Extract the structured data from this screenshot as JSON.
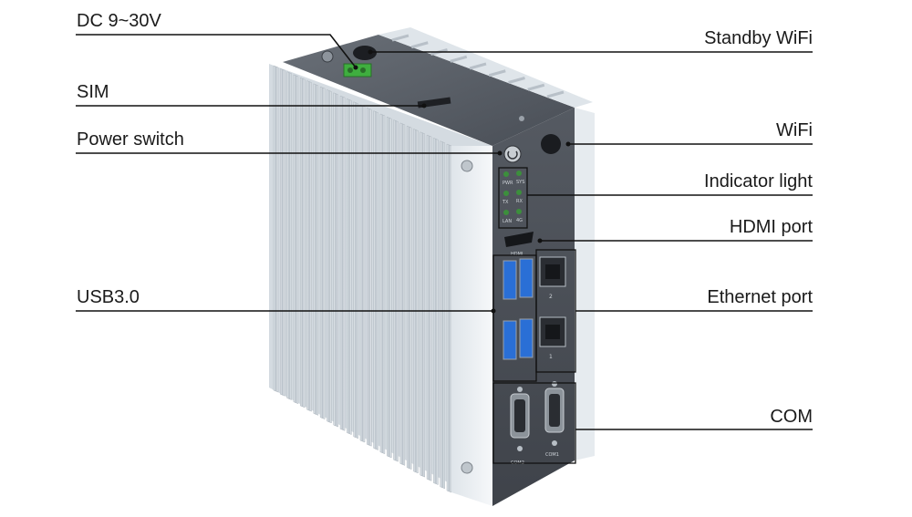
{
  "labels": {
    "dc": "DC 9~30V",
    "sim": "SIM",
    "power_switch": "Power switch",
    "usb": "USB3.0",
    "standby_wifi": "Standby WiFi",
    "wifi": "WiFi",
    "indicator_light": "Indicator light",
    "hdmi_port": "HDMI port",
    "ethernet_port": "Ethernet port",
    "com": "COM"
  },
  "device_marks": {
    "led_tags": [
      "PWR",
      "SYS",
      "TX",
      "RX",
      "LAN",
      "4G"
    ],
    "hdmi_tag": "HDMI",
    "lan_tags": [
      "2",
      "1"
    ],
    "com_tags": [
      "COM2",
      "COM1"
    ]
  },
  "colors": {
    "heatsink": "#c9d1d8",
    "panel": "#4d525a",
    "leader": "#111111",
    "terminal_green": "#3fae3f",
    "usb_blue": "#2a6fd6",
    "led_green": "#3c8f3c"
  }
}
